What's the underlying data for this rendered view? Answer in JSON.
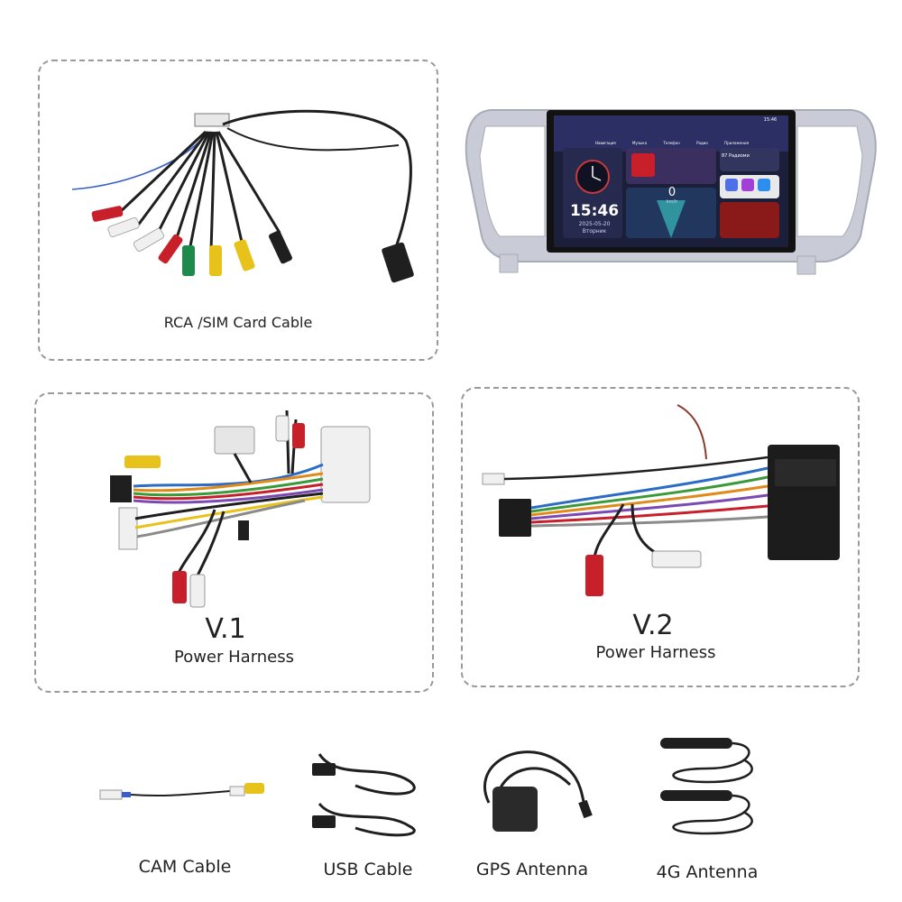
{
  "rca": {
    "caption": "RCA /SIM Card Cable"
  },
  "v1": {
    "version": "V.1",
    "caption": "Power Harness"
  },
  "v2": {
    "version": "V.2",
    "caption": "Power Harness"
  },
  "accessories": [
    {
      "caption": "CAM Cable"
    },
    {
      "caption": "USB Cable"
    },
    {
      "caption": "GPS Antenna"
    },
    {
      "caption": "4G Antenna"
    }
  ],
  "head_unit": {
    "nav_items": [
      "Навигация",
      "Музыка",
      "Телефон",
      "Радио",
      "Приложения"
    ],
    "clock": "15:46",
    "date": "2025-05-20",
    "weekday": "Вторник",
    "speed": "0",
    "speed_unit": "km/h",
    "radio_title": "87 Радиоми",
    "status_time": "15:46"
  },
  "colors": {
    "dash": "#9a9a9a",
    "cable": "#1f1f1f",
    "rca_red": "#c8202a",
    "rca_white": "#f2f2f2",
    "rca_yellow": "#e6c21a",
    "rca_green": "#1f8a4c",
    "connector": "#111111",
    "frame": "#c9ccd6"
  }
}
